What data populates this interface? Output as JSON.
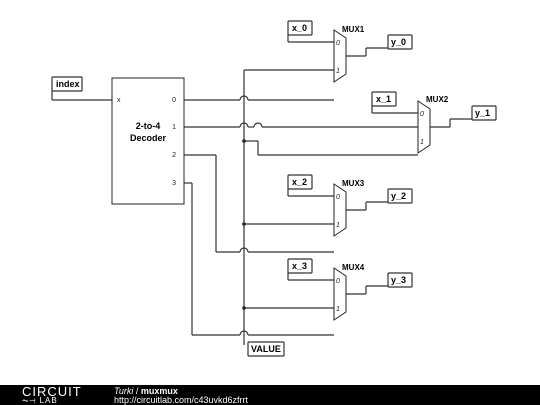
{
  "decoder": {
    "title_line1": "2-to-4",
    "title_line2": "Decoder",
    "input_pin": "x",
    "outputs": [
      "0",
      "1",
      "2",
      "3"
    ]
  },
  "inputs": {
    "index": "index",
    "x0": "x_0",
    "x1": "x_1",
    "x2": "x_2",
    "x3": "x_3"
  },
  "outputs": {
    "y0": "y_0",
    "y1": "y_1",
    "y2": "y_2",
    "y3": "y_3",
    "value": "VALUE"
  },
  "muxes": [
    {
      "name": "MUX1",
      "pin0": "0",
      "pin1": "1"
    },
    {
      "name": "MUX2",
      "pin0": "0",
      "pin1": "1"
    },
    {
      "name": "MUX3",
      "pin0": "0",
      "pin1": "1"
    },
    {
      "name": "MUX4",
      "pin0": "0",
      "pin1": "1"
    }
  ],
  "footer": {
    "logo_top": "CIRCUIT",
    "logo_bottom": "LAB",
    "author": "Turki",
    "separator": " / ",
    "title": "muxmux",
    "url": "http://circuitlab.com/c43uvkd6zfrrt"
  }
}
